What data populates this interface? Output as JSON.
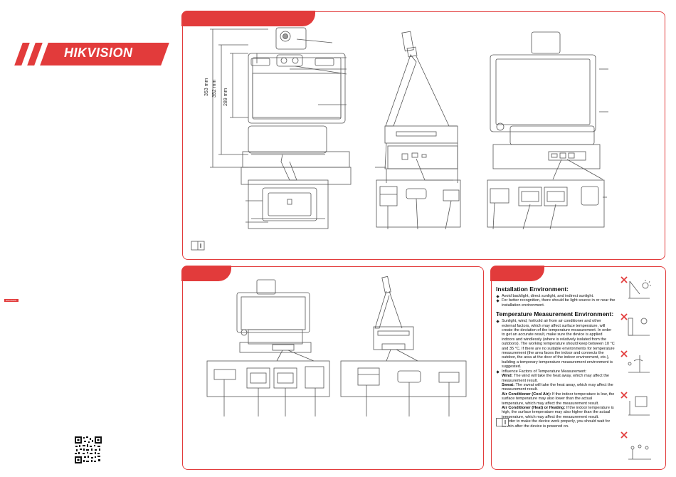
{
  "brand": {
    "name": "HIKVISION",
    "mini_name": "HIKVISION",
    "color": "#e23b3b"
  },
  "dimensions": {
    "overall": "353 mm",
    "body": "352 mm",
    "screen": "289 mm"
  },
  "icons": [
    "note-icon",
    "qr-code",
    "not-allowed-icon",
    "sun-icon"
  ],
  "installation": {
    "heading": "Installation Environment:",
    "items": [
      "Avoid backlight, direct sunlight, and indirect sunlight.",
      "For better recognition, there should be light source in or near the installation environment."
    ]
  },
  "temperature": {
    "heading": "Temperature Measurement Environment:",
    "items": [
      "Sunlight, wind, hot/cold air from air conditioner and other external factors, which may affect surface temperature, will create the deviation of the temperature measurement. In order to get an accurate result, make sure the device is applied indoors and windlessly (where is relatively isolated from the outdoors). The working temperature should keep between 10 °C and 35 °C. If there are no suitable environments for temperature measurement (the area faces the indoor and connects the outdoor, the area at the door of the indoor environment, etc.), building a temporary temperature measurement environment is suggested.",
      "Influence Factors of Temperature Measurement:"
    ],
    "factors": [
      {
        "label": "Wind:",
        "text": "The wind will take the heat away, which may affect the measurement result."
      },
      {
        "label": "Sweat:",
        "text": "The sweat will take the heat away, which may affect the measurement result."
      },
      {
        "label": "Air Conditioner (Cool Air):",
        "text": "If the indoor temperature is low, the surface temperature may also lower than the actual temperature, which may affect the measurement result."
      },
      {
        "label": "Air Conditioner (Heat) or Heating:",
        "text": "If the indoor temperature is high, the surface temperature may also higher than the actual temperature, which may affect the measurement result."
      }
    ],
    "last": "In order to make the device work properly, you should wait for 90 min after the device is powered on."
  }
}
